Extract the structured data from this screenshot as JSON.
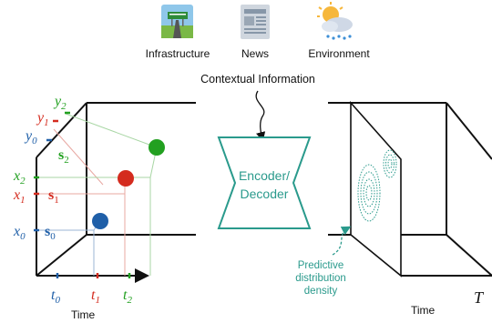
{
  "context": {
    "icons": [
      {
        "label": "Infrastructure",
        "icon": "highway-sign-icon"
      },
      {
        "label": "News",
        "icon": "newspaper-icon"
      },
      {
        "label": "Environment",
        "icon": "weather-icon"
      }
    ],
    "title": "Contextual Information"
  },
  "model": {
    "label_line1": "Encoder/",
    "label_line2": "Decoder"
  },
  "left_plot": {
    "x_axis_label": "Time",
    "times": [
      "t",
      "t",
      "t"
    ],
    "time_subs": [
      "0",
      "1",
      "2"
    ],
    "x_labels": [
      "x",
      "x",
      "x"
    ],
    "x_subs": [
      "0",
      "1",
      "2"
    ],
    "y_labels": [
      "y",
      "y",
      "y"
    ],
    "y_subs": [
      "0",
      "1",
      "2"
    ],
    "s_labels": [
      "s",
      "s",
      "s"
    ],
    "s_subs": [
      "0",
      "1",
      "2"
    ],
    "point_colors": [
      "#1f5fa8",
      "#d42b1e",
      "#22a020"
    ]
  },
  "right_plot": {
    "x_axis_label": "Time",
    "end_label": "T",
    "annotation_line1": "Predictive",
    "annotation_line2": "distribution",
    "annotation_line3": "density",
    "accent": "#2a9a8c"
  }
}
